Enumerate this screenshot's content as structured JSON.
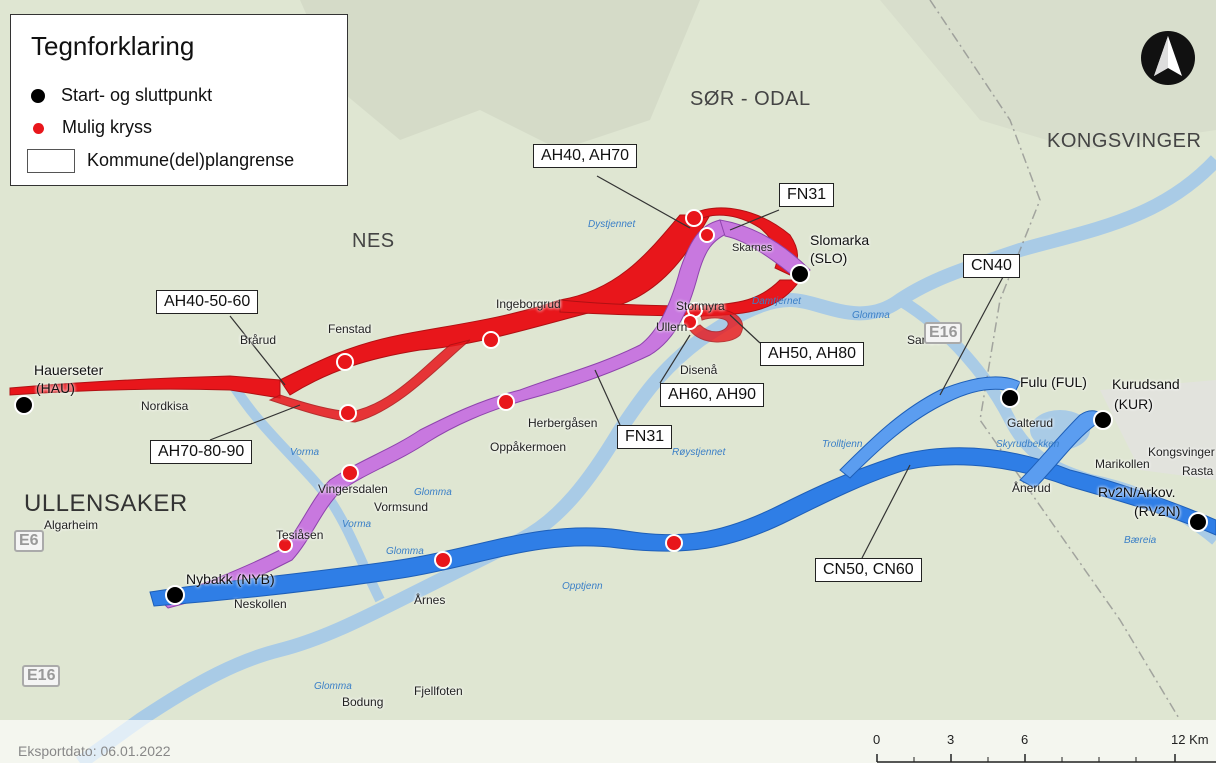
{
  "legend": {
    "title": "Tegnforklaring",
    "items": [
      {
        "label": "Start- og sluttpunkt",
        "color": "#000000"
      },
      {
        "label": "Mulig kryss",
        "color": "#e8161b"
      },
      {
        "label": "Kommune(del)plangrense",
        "color": "#ffffff"
      }
    ]
  },
  "regions": {
    "sor_odal": "SØR - ODAL",
    "nes": "NES",
    "kongsvinger": "KONGSVINGER",
    "ullensaker": "ULLENSAKER"
  },
  "endpoints": {
    "hauerseter_1": "Hauerseter",
    "hauerseter_2": "(HAU)",
    "slomarka_1": "Slomarka",
    "slomarka_2": "(SLO)",
    "nybakk": "Nybakk (NYB)",
    "fulu": "Fulu (FUL)",
    "kurudsand_1": "Kurudsand",
    "kurudsand_2": "(KUR)",
    "rv2n_1": "Rv2N/Arkov.",
    "rv2n_2": "(RV2N)"
  },
  "callouts": {
    "ah40_70": "AH40, AH70",
    "fn31_top": "FN31",
    "cn40": "CN40",
    "ah40_50_60": "AH40-50-60",
    "ah50_80": "AH50, AH80",
    "ah60_90": "AH60, AH90",
    "fn31_mid": "FN31",
    "ah70_80_90": "AH70-80-90",
    "cn50_60": "CN50, CN60"
  },
  "places": {
    "skarnes": "Skarnes",
    "ingeborgrud": "Ingeborgrud",
    "stormyra": "Stormyra",
    "ullern": "Ullern",
    "fenstad": "Fenstad",
    "brarud": "Brårud",
    "nordkisa": "Nordkisa",
    "disena": "Disenå",
    "herbergasen": "Herbergåsen",
    "oppakermoen": "Oppåkermoen",
    "vingersdalen": "Vingersdalen",
    "vormsund": "Vormsund",
    "algarheim": "Algarheim",
    "tesiasen": "Tesiåsen",
    "neskollen": "Neskollen",
    "arnes": "Årnes",
    "fjellfoten": "Fjellfoten",
    "bodung": "Bodung",
    "sander": "Sander",
    "galterud": "Galterud",
    "marikollen": "Marikollen",
    "kongsvinger_town": "Kongsvinger",
    "rasta": "Rasta",
    "anerud": "Ånerud"
  },
  "water": {
    "dystjennet": "Dystjennet",
    "damtjernet": "Damtjernet",
    "glomma_ne": "Glomma",
    "vorma_1": "Vorma",
    "glomma_mid": "Glomma",
    "vorma_2": "Vorma",
    "glomma_sw": "Glomma",
    "royestjennet": "Røystjennet",
    "trolltjenn": "Trolltjenn",
    "skyrudbekken": "Skyrudbekken",
    "opptjenn": "Opptjenn",
    "baereia": "Bæreia",
    "glomma_s": "Glomma"
  },
  "roads": {
    "e16_east": "E16",
    "e6": "E6",
    "e16_west": "E16"
  },
  "scale": {
    "ticks": [
      "0",
      "3",
      "6",
      "12 Km"
    ]
  },
  "export_date": "Eksportdato: 06.01.2022",
  "colors": {
    "ah_route": "#e8161b",
    "fn_route": "#c878df",
    "cn_route": "#2f7ee6",
    "junction": "#e8161b",
    "endpoint": "#000000",
    "water": "#a7cbe8"
  }
}
